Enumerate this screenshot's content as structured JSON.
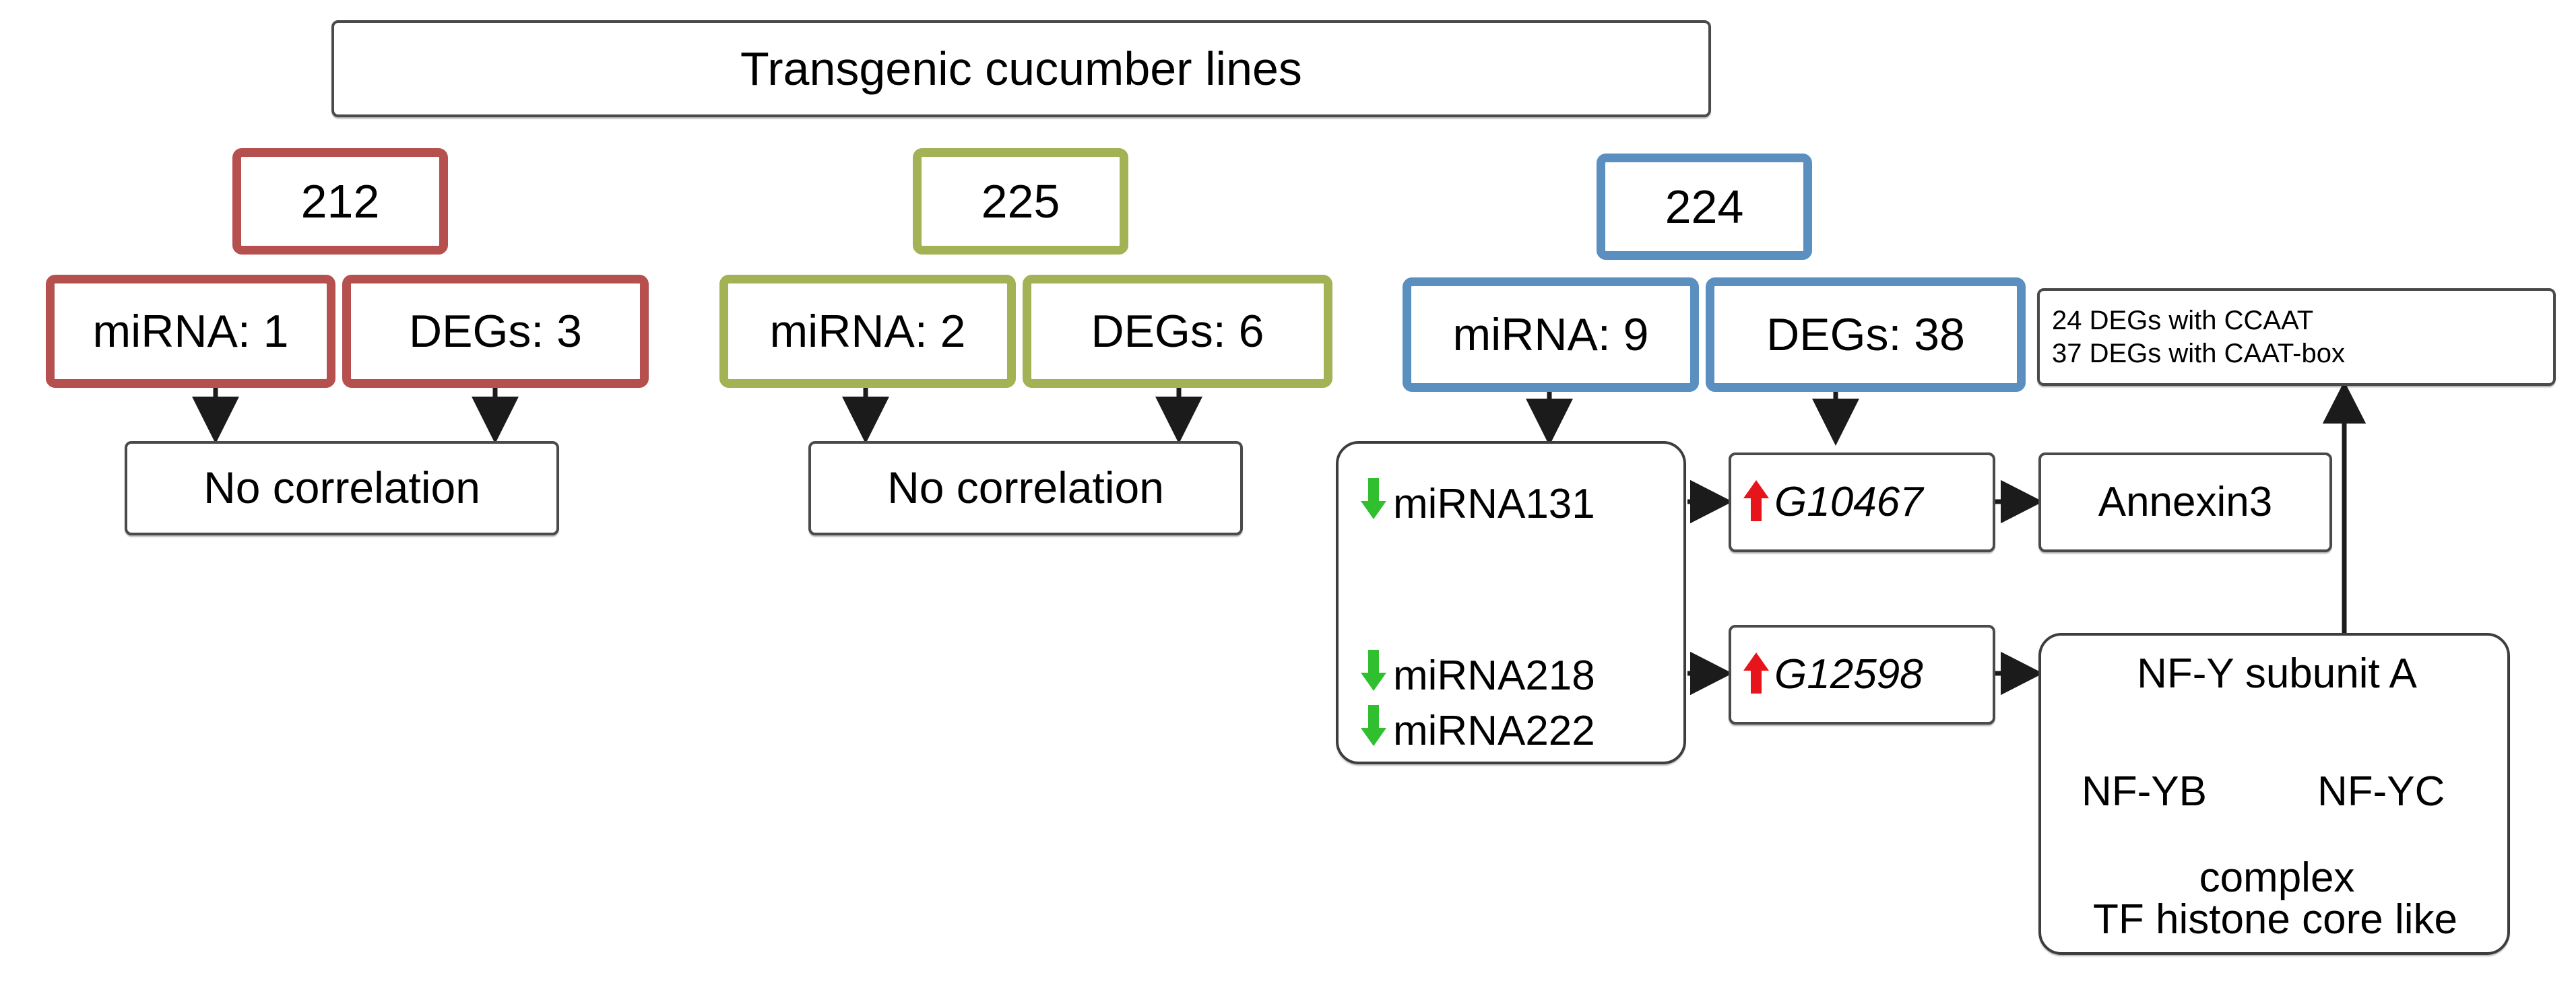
{
  "title": {
    "label": "Transgenic cucumber lines"
  },
  "groups": [
    {
      "id": "line-212",
      "color": "#b5504f",
      "count_label": "212",
      "mirna_label": "miRNA: 1",
      "degs_label": "DEGs: 3",
      "outcome_label": "No correlation"
    },
    {
      "id": "line-225",
      "color": "#a2b254",
      "count_label": "225",
      "mirna_label": "miRNA: 2",
      "degs_label": "DEGs: 6",
      "outcome_label": "No correlation"
    },
    {
      "id": "line-224",
      "color": "#5b8fc0",
      "count_label": "224",
      "mirna_label": "miRNA: 9",
      "degs_label": "DEGs: 38"
    }
  ],
  "promoter_note": {
    "line1": "24 DEGs with CCAAT",
    "line2": "37 DEGs with CAAT-box"
  },
  "mirnas": [
    {
      "name": "miRNA131",
      "regulation": "down",
      "arrow": "↓"
    },
    {
      "name": "miRNA218",
      "regulation": "down",
      "arrow": "↓"
    },
    {
      "name": "miRNA222",
      "regulation": "down",
      "arrow": "↓"
    }
  ],
  "genes": [
    {
      "id": "G10467",
      "regulation": "up",
      "arrow": "↑",
      "target": "Annexin3"
    },
    {
      "id": "G12598",
      "regulation": "up",
      "arrow": "↑",
      "target": "NF-Y complex"
    }
  ],
  "annexin": {
    "label": "Annexin3"
  },
  "nfy_complex": {
    "subunit_a": "NF-Y subunit A",
    "subunit_b": "NF-YB",
    "subunit_c": "NF-YC",
    "complex_label": "complex",
    "description": "TF histone core like"
  },
  "colors": {
    "down_arrow": "#2fbf2f",
    "up_arrow": "#e8141c",
    "outline": "#4a4a4a",
    "red_group": "#b5504f",
    "green_group": "#a2b254",
    "blue_group": "#5b8fc0"
  }
}
